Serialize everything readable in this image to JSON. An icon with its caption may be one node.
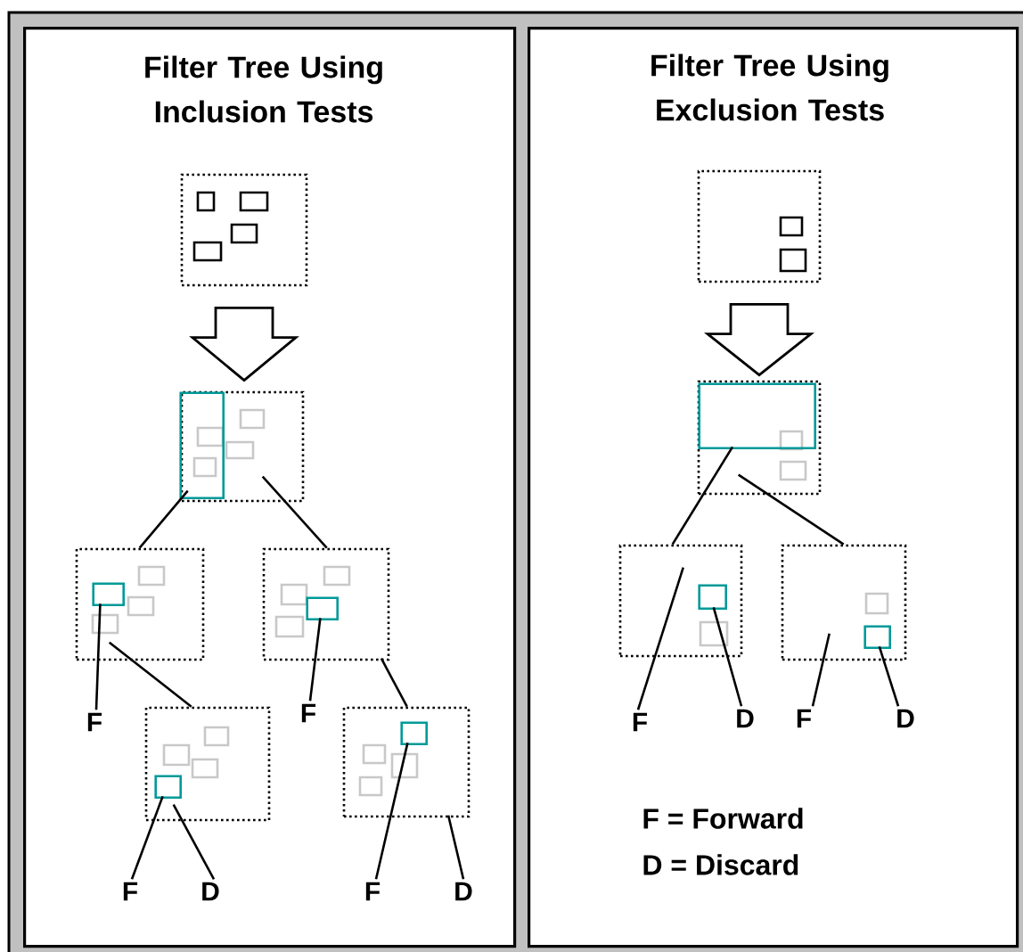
{
  "diagram": {
    "nodes": [
      {
        "text": [
          "Filter Tree Using Inclusion Tests"
        ]
      },
      {
        "text": [
          "Filter Tree Using Exclusion Tests"
        ]
      },
      {
        "text": [],
        "shape": "box",
        "in": 0
      },
      {
        "text": [],
        "shape": "box",
        "in": 0
      },
      {
        "text": [],
        "shape": "box",
        "in": 3
      },
      {
        "text": [],
        "shape": "box",
        "in": 0
      },
      {
        "text": [],
        "shape": "box",
        "in": 5
      },
      {
        "text": [],
        "shape": "box",
        "in": 0
      },
      {
        "text": [],
        "shape": "box",
        "in": 7
      },
      {
        "text": [
          "F"
        ],
        "in": 0
      },
      {
        "text": [
          "F"
        ],
        "in": 0
      },
      {
        "text": [],
        "shape": "box",
        "in": 0
      },
      {
        "text": [],
        "shape": "box",
        "in": 11
      },
      {
        "text": [],
        "shape": "box",
        "in": 0
      },
      {
        "text": [],
        "shape": "box",
        "in": 13
      },
      {
        "text": [
          "F"
        ],
        "in": 0
      },
      {
        "text": [
          "D"
        ],
        "in": 0
      },
      {
        "text": [
          "F"
        ],
        "in": 0
      },
      {
        "text": [
          "D"
        ],
        "in": 0
      },
      {
        "text": [],
        "shape": "box",
        "in": 1
      },
      {
        "text": [],
        "shape": "box",
        "in": 1
      },
      {
        "text": [],
        "shape": "box",
        "in": 20
      },
      {
        "text": [],
        "shape": "box",
        "in": 1
      },
      {
        "text": [],
        "shape": "box",
        "in": 22
      },
      {
        "text": [],
        "shape": "box",
        "in": 1
      },
      {
        "text": [],
        "shape": "box",
        "in": 24
      },
      {
        "text": [
          "F"
        ],
        "in": 1
      },
      {
        "text": [
          "D"
        ],
        "in": 1
      },
      {
        "text": [
          "F"
        ],
        "in": 1
      },
      {
        "text": [
          "D"
        ],
        "in": 1
      }
    ],
    "edges": [
      {
        "from": 2,
        "to": 3,
        "arrow": "to"
      },
      {
        "from": 3,
        "to": 5,
        "arrow": "none"
      },
      {
        "from": 3,
        "to": 7,
        "arrow": "none"
      },
      {
        "from": 6,
        "to": 9,
        "arrow": "none"
      },
      {
        "from": 8,
        "to": 10,
        "arrow": "none"
      },
      {
        "from": 5,
        "to": 11,
        "arrow": "none"
      },
      {
        "from": 7,
        "to": 13,
        "arrow": "none"
      },
      {
        "from": 12,
        "to": 15,
        "arrow": "none"
      },
      {
        "from": 11,
        "to": 16,
        "arrow": "none"
      },
      {
        "from": 14,
        "to": 17,
        "arrow": "none"
      },
      {
        "from": 13,
        "to": 18,
        "arrow": "none"
      },
      {
        "from": 19,
        "to": 20,
        "arrow": "to"
      },
      {
        "from": 21,
        "to": 22,
        "arrow": "none"
      },
      {
        "from": 20,
        "to": 24,
        "arrow": "none"
      },
      {
        "from": 22,
        "to": 26,
        "arrow": "none"
      },
      {
        "from": 23,
        "to": 27,
        "arrow": "none"
      },
      {
        "from": 24,
        "to": 28,
        "arrow": "none"
      },
      {
        "from": 25,
        "to": 29,
        "arrow": "none"
      }
    ],
    "labels": [
      "F = Forward",
      "D = Discard"
    ]
  }
}
